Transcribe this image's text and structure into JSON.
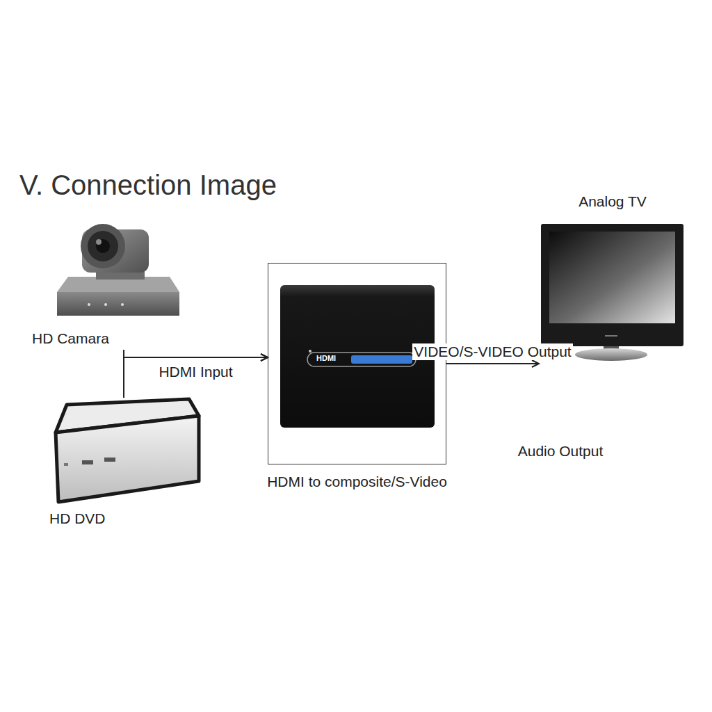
{
  "diagram": {
    "title": "V. Connection Image",
    "nodes": [
      {
        "text": [
          "HD Camara"
        ]
      },
      {
        "text": [
          "HD DVD"
        ]
      },
      {
        "text": [
          "HDMI to composite/S-Video"
        ]
      },
      {
        "text": [
          "Analog TV"
        ]
      }
    ],
    "edges": [
      {
        "from": 0,
        "to": 2,
        "arrow": "to",
        "label": "HDMI Input"
      },
      {
        "from": 1,
        "to": 2,
        "arrow": "to"
      },
      {
        "from": 2,
        "to": 3,
        "arrow": "to",
        "label": "VIDEO/S-VIDEO Output"
      }
    ],
    "labels": [
      "HDMI",
      "Audio Output"
    ]
  }
}
